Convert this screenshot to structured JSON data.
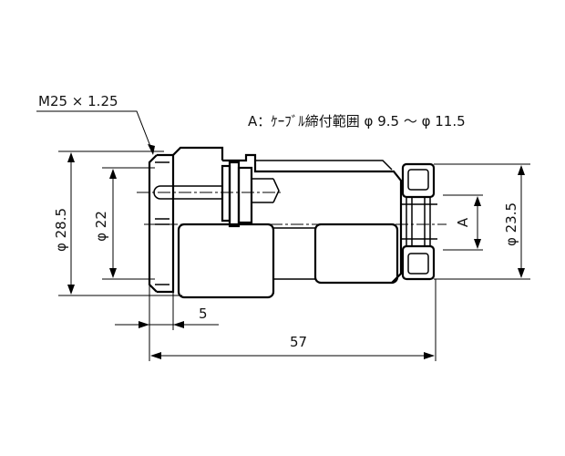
{
  "drawing": {
    "thread_callout": "M25 × 1.25",
    "cable_range_note": "A：ｹｰﾌﾞﾙ締付範囲 φ 9.5 〜 φ 11.5",
    "dimensions": {
      "outer_diameter": "φ 28.5",
      "inner_diameter": "φ 22",
      "clamp_diameter": "φ 23.5",
      "cable_label": "A",
      "short_length": "5",
      "total_length": "57"
    }
  }
}
